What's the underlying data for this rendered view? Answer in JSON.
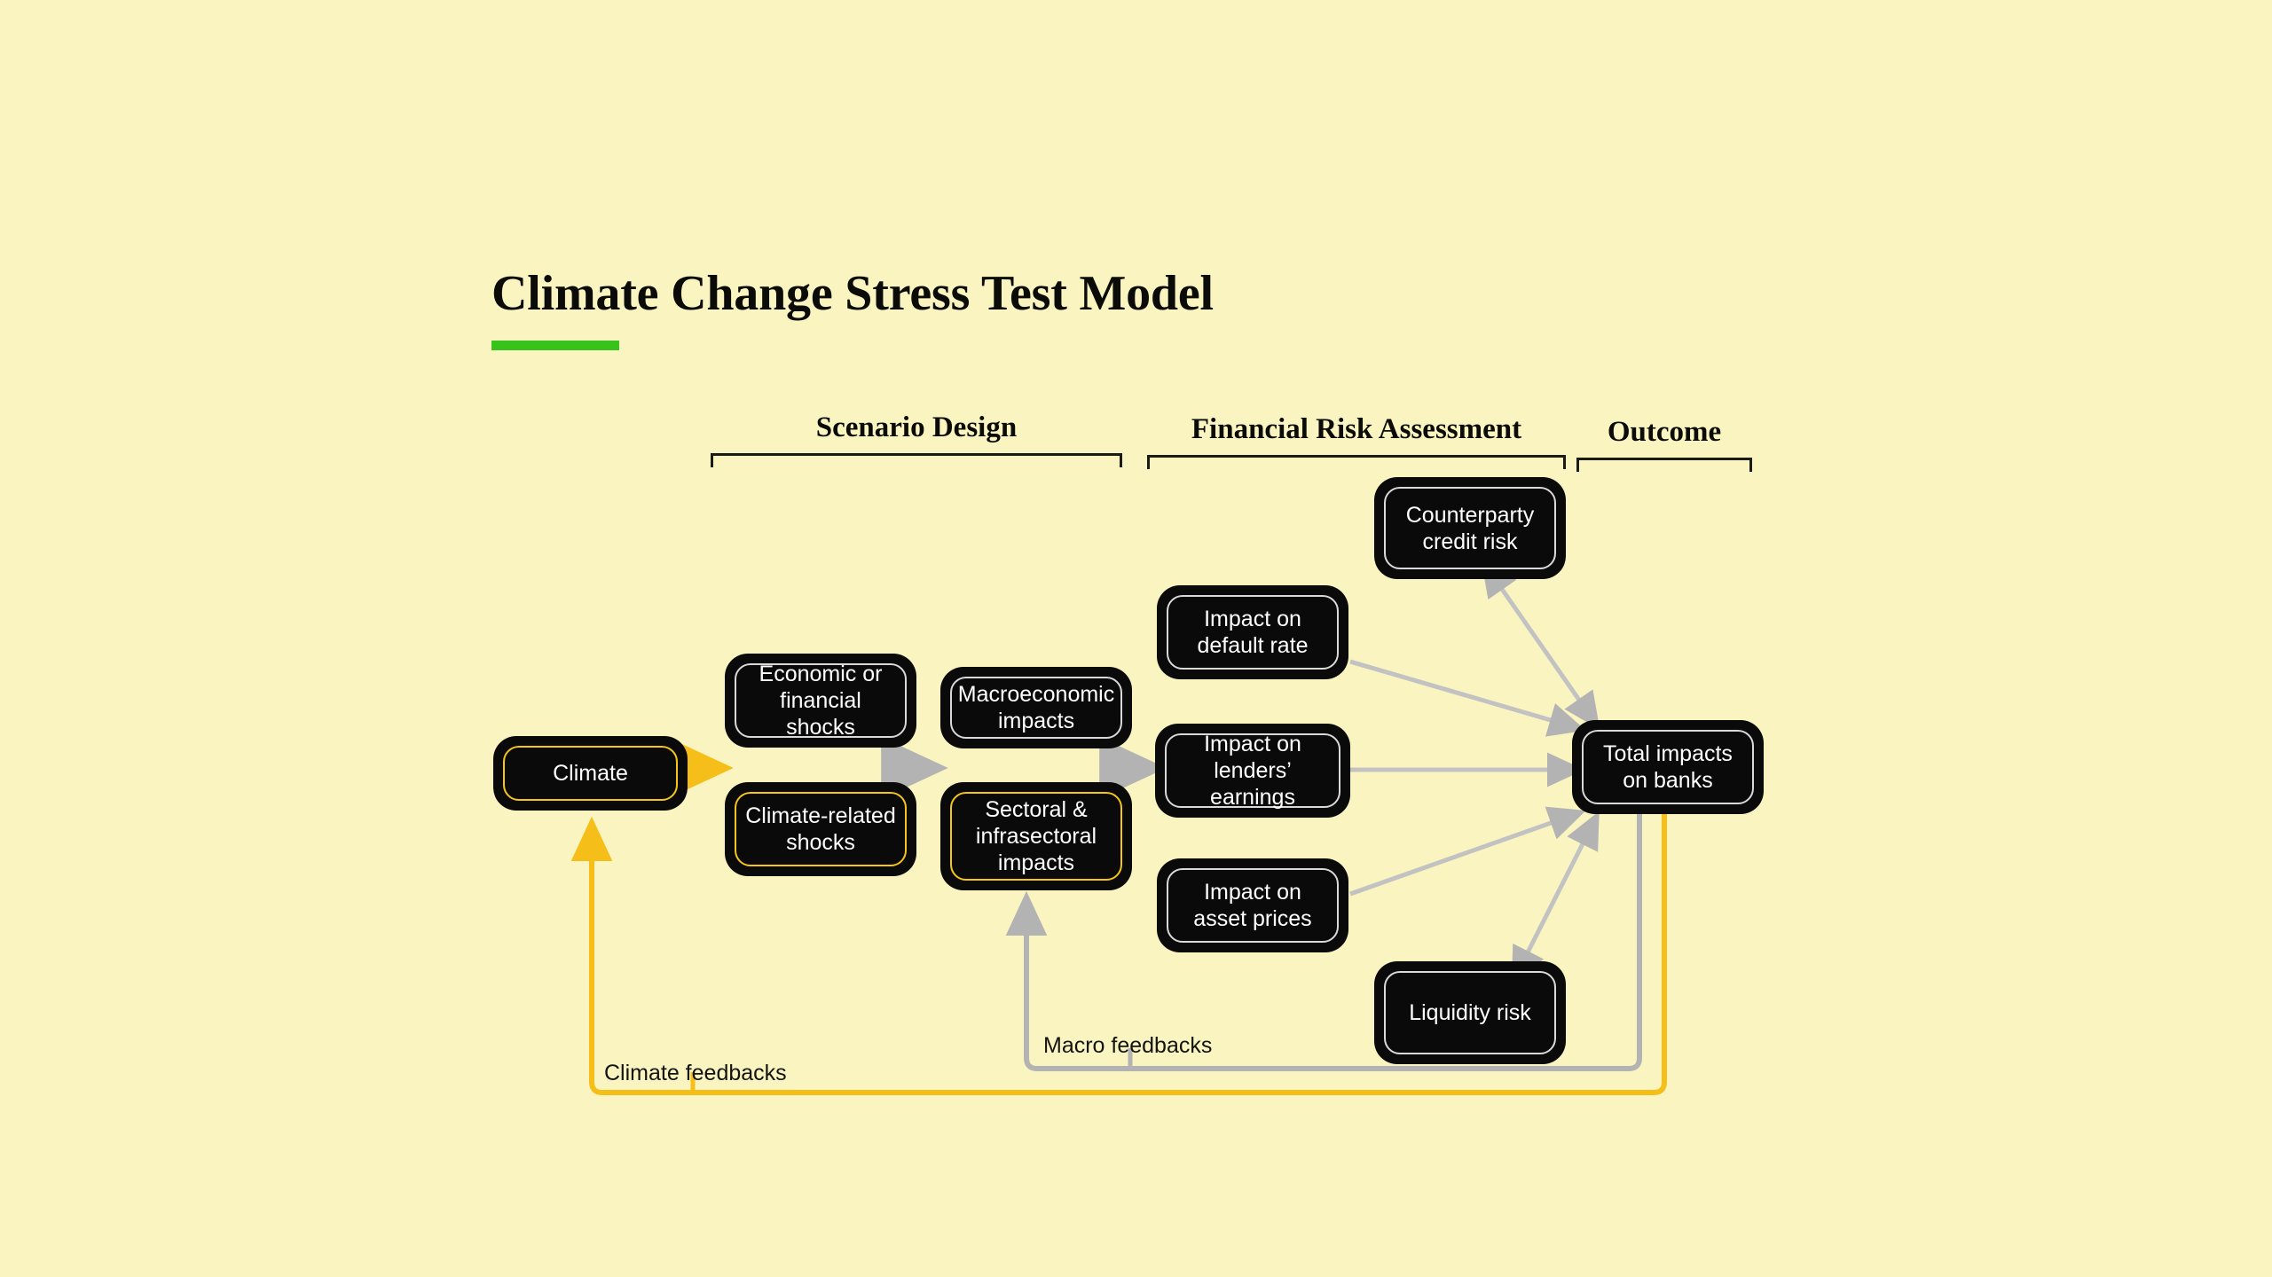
{
  "title": "Climate Change Stress Test Model",
  "accent_colors": {
    "background": "#FAF5C0",
    "title_rule": "#37C21C",
    "node_fill": "#0A0A0A",
    "node_border_default": "#D9D9D9",
    "node_border_accent": "#F5C518",
    "edge_gray": "#B3B3B3",
    "edge_yellow": "#F5BE19",
    "text_on_node": "#FFFFFF",
    "text_dark": "#0B0B08"
  },
  "phases": [
    {
      "id": "scenario-design",
      "label": "Scenario Design"
    },
    {
      "id": "financial-risk-assessment",
      "label": "Financial Risk Assessment"
    },
    {
      "id": "outcome",
      "label": "Outcome"
    }
  ],
  "nodes": [
    {
      "id": "climate",
      "label": "Climate",
      "accent": true
    },
    {
      "id": "economic-or-financial-shocks",
      "label": "Economic or\nfinancial shocks",
      "accent": false
    },
    {
      "id": "climate-related-shocks",
      "label": "Climate-related\nshocks",
      "accent": true
    },
    {
      "id": "macroeconomic-impacts",
      "label": "Macroeconomic\nimpacts",
      "accent": false
    },
    {
      "id": "sectoral-infrasectoral-impacts",
      "label": "Sectoral &\ninfrasectoral\nimpacts",
      "accent": true
    },
    {
      "id": "impact-on-default-rate",
      "label": "Impact on\ndefault rate",
      "accent": false
    },
    {
      "id": "impact-on-lenders-earnings",
      "label": "Impact on\nlenders’ earnings",
      "accent": false
    },
    {
      "id": "impact-on-asset-prices",
      "label": "Impact on\nasset prices",
      "accent": false
    },
    {
      "id": "counterparty-credit-risk",
      "label": "Counterparty\ncredit risk",
      "accent": false
    },
    {
      "id": "liquidity-risk",
      "label": "Liquidity risk",
      "accent": false
    },
    {
      "id": "total-impacts-on-banks",
      "label": "Total impacts\non banks",
      "accent": false
    }
  ],
  "feedback_labels": [
    {
      "id": "climate-feedbacks",
      "label": "Climate feedbacks"
    },
    {
      "id": "macro-feedbacks",
      "label": "Macro feedbacks"
    }
  ],
  "edges": [
    {
      "from": "climate",
      "to": "economic-or-financial-shocks",
      "color": "yellow",
      "kind": "arrow"
    },
    {
      "from": "climate",
      "to": "climate-related-shocks",
      "color": "yellow",
      "kind": "arrow"
    },
    {
      "from": "economic-or-financial-shocks",
      "to": "macroeconomic-impacts",
      "color": "gray",
      "kind": "arrow"
    },
    {
      "from": "climate-related-shocks",
      "to": "sectoral-infrasectoral-impacts",
      "color": "gray",
      "kind": "arrow"
    },
    {
      "from": "macroeconomic-impacts",
      "to": "impact-on-default-rate",
      "color": "gray",
      "kind": "arrow"
    },
    {
      "from": "sectoral-infrasectoral-impacts",
      "to": "impact-on-lenders-earnings",
      "color": "gray",
      "kind": "arrow"
    },
    {
      "from": "impact-on-default-rate",
      "to": "total-impacts-on-banks",
      "color": "gray",
      "kind": "arrow"
    },
    {
      "from": "impact-on-lenders-earnings",
      "to": "total-impacts-on-banks",
      "color": "gray",
      "kind": "arrow"
    },
    {
      "from": "impact-on-asset-prices",
      "to": "total-impacts-on-banks",
      "color": "gray",
      "kind": "arrow"
    },
    {
      "from": "counterparty-credit-risk",
      "to": "total-impacts-on-banks",
      "color": "gray",
      "kind": "double-arrow"
    },
    {
      "from": "liquidity-risk",
      "to": "total-impacts-on-banks",
      "color": "gray",
      "kind": "double-arrow"
    },
    {
      "from": "total-impacts-on-banks",
      "to": "sectoral-infrasectoral-impacts",
      "color": "gray",
      "kind": "feedback-arrow",
      "label": "Macro feedbacks"
    },
    {
      "from": "total-impacts-on-banks",
      "to": "climate",
      "color": "yellow",
      "kind": "feedback-arrow",
      "label": "Climate feedbacks"
    }
  ]
}
